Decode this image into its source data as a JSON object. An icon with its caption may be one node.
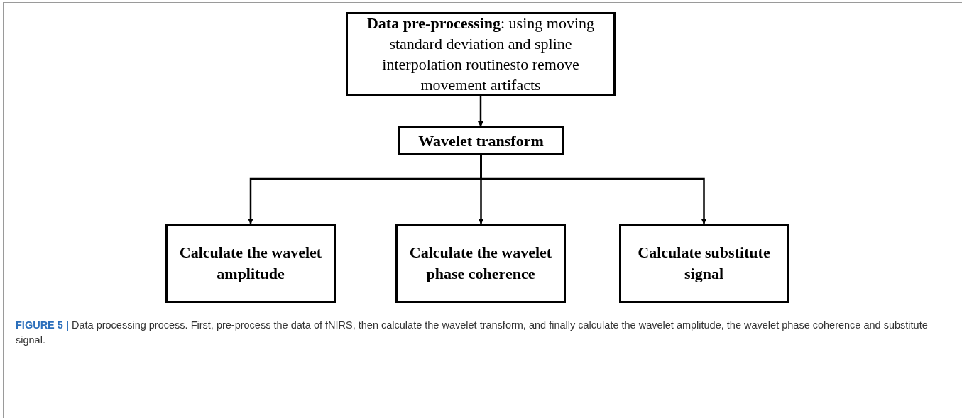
{
  "diagram": {
    "caption": "**FIGURE 5 |** Data processing process. First, pre-process the data of fNIRS, then calculate the wavelet transform, and finally calculate the wavelet amplitude, the wavelet phase coherence and substitute signal.",
    "nodes": [
      {
        "text": [
          "**Data pre-processing**: using moving standard deviation and spline interpolation routinesto remove movement artifacts"
        ]
      },
      {
        "text": [
          "Wavelet transform"
        ]
      },
      {
        "text": [
          "Calculate the wavelet amplitude"
        ]
      },
      {
        "text": [
          "Calculate the wavelet phase coherence"
        ]
      },
      {
        "text": [
          "Calculate substitute signal"
        ]
      }
    ],
    "edges": [
      {
        "from": 0,
        "to": 1,
        "arrow": "to"
      },
      {
        "from": 1,
        "to": 2,
        "arrow": "to"
      },
      {
        "from": 1,
        "to": 3,
        "arrow": "to"
      },
      {
        "from": 1,
        "to": 4,
        "arrow": "to"
      }
    ]
  }
}
